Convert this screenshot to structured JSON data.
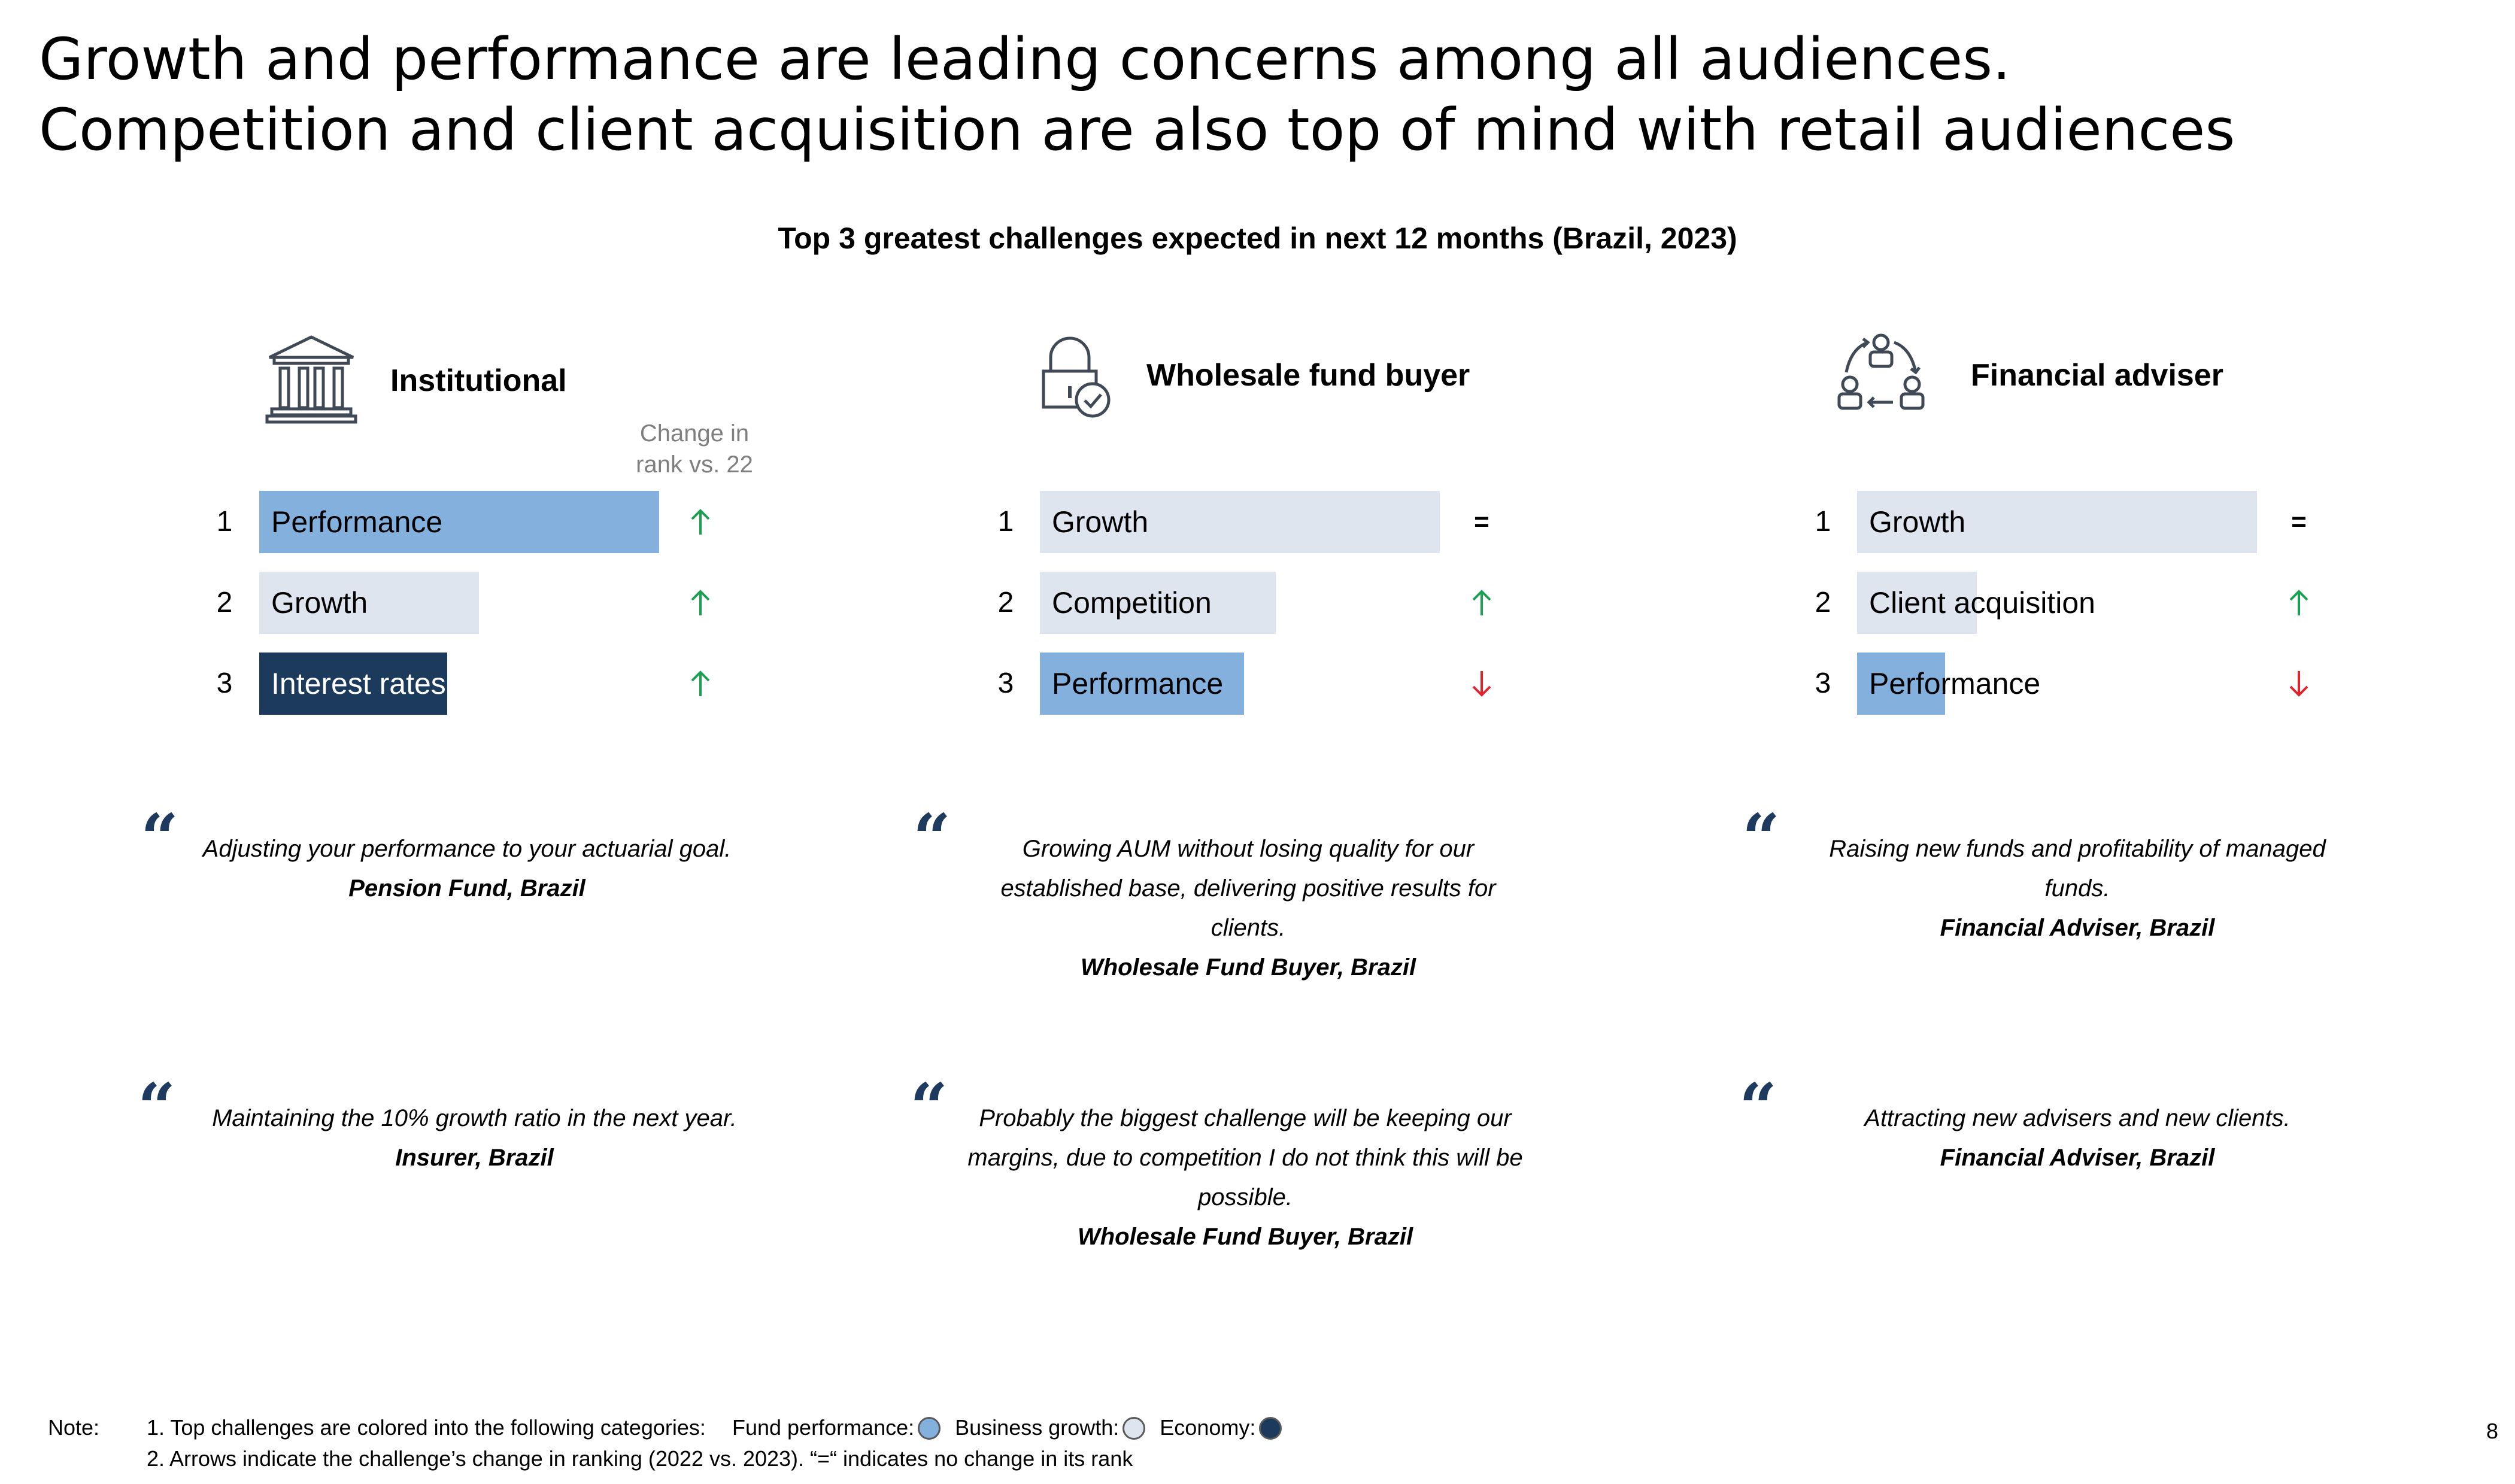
{
  "title": "Growth and performance are leading concerns among all audiences. Competition and client acquisition are also top of mind with retail audiences",
  "subtitle": "Top 3 greatest challenges expected in next 12 months (Brazil, 2023)",
  "change_header": "Change in rank vs. 22",
  "colors": {
    "fund_performance": "#83b0dc",
    "business_growth": "#dfe5ee",
    "economy": "#1b3a5c",
    "up_arrow": "#1aa050",
    "down_arrow": "#e0242c"
  },
  "panels": [
    {
      "title": "Institutional",
      "icon": "bank-building-icon",
      "rows": [
        {
          "rank": "1",
          "label": "Performance",
          "category": "fund_performance",
          "value": 1.0,
          "change": "up"
        },
        {
          "rank": "2",
          "label": "Growth",
          "category": "business_growth",
          "value": 0.55,
          "change": "up"
        },
        {
          "rank": "3",
          "label": "Interest rates",
          "category": "economy",
          "value": 0.47,
          "change": "up"
        }
      ],
      "quotes": [
        {
          "text": "Adjusting your performance to your actuarial goal.",
          "source": "Pension Fund, Brazil"
        },
        {
          "text": "Maintaining the 10% growth ratio in the next year.",
          "source": "Insurer, Brazil"
        }
      ]
    },
    {
      "title": "Wholesale fund buyer",
      "icon": "padlock-check-icon",
      "rows": [
        {
          "rank": "1",
          "label": "Growth",
          "category": "business_growth",
          "value": 1.0,
          "change": "="
        },
        {
          "rank": "2",
          "label": "Competition",
          "category": "business_growth",
          "value": 0.59,
          "change": "up"
        },
        {
          "rank": "3",
          "label": "Performance",
          "category": "fund_performance",
          "value": 0.51,
          "change": "down"
        }
      ],
      "quotes": [
        {
          "text": "Growing AUM without losing quality for our established base, delivering positive results for clients.",
          "source": "Wholesale Fund Buyer, Brazil"
        },
        {
          "text": "Probably the biggest challenge will be keeping our margins, due to competition I do not think this will be possible.",
          "source": "Wholesale Fund Buyer, Brazil"
        }
      ]
    },
    {
      "title": "Financial adviser",
      "icon": "people-network-icon",
      "rows": [
        {
          "rank": "1",
          "label": "Growth",
          "category": "business_growth",
          "value": 1.0,
          "change": "="
        },
        {
          "rank": "2",
          "label": "Client acquisition",
          "category": "business_growth",
          "value": 0.3,
          "change": "up"
        },
        {
          "rank": "3",
          "label": "Performance",
          "category": "fund_performance",
          "value": 0.22,
          "change": "down"
        }
      ],
      "quotes": [
        {
          "text": "Raising new funds and profitability of managed funds.",
          "source": "Financial Adviser, Brazil"
        },
        {
          "text": "Attracting new advisers and new clients.",
          "source": "Financial Adviser, Brazil"
        }
      ]
    }
  ],
  "note": {
    "label": "Note:",
    "line1": "1. Top challenges are colored into the following categories:",
    "legend": [
      {
        "label": "Fund performance:",
        "category": "fund_performance"
      },
      {
        "label": "Business growth:",
        "category": "business_growth"
      },
      {
        "label": "Economy:",
        "category": "economy"
      }
    ],
    "line2": "2. Arrows indicate the challenge’s change in ranking (2022 vs. 2023). “=“ indicates no change in its rank"
  },
  "page_number": "8"
}
